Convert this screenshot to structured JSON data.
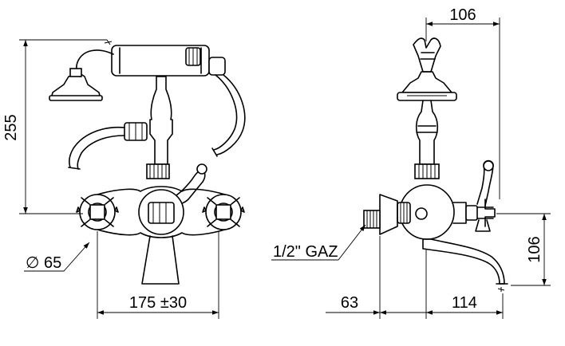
{
  "labels": {
    "height_left": "255",
    "diameter": "∅ 65",
    "width_front": "175 ±30",
    "top_right": "106",
    "right_vertical": "106",
    "thread": "1/2\" GAZ",
    "bottom_left_side": "63",
    "bottom_right_side": "114"
  }
}
